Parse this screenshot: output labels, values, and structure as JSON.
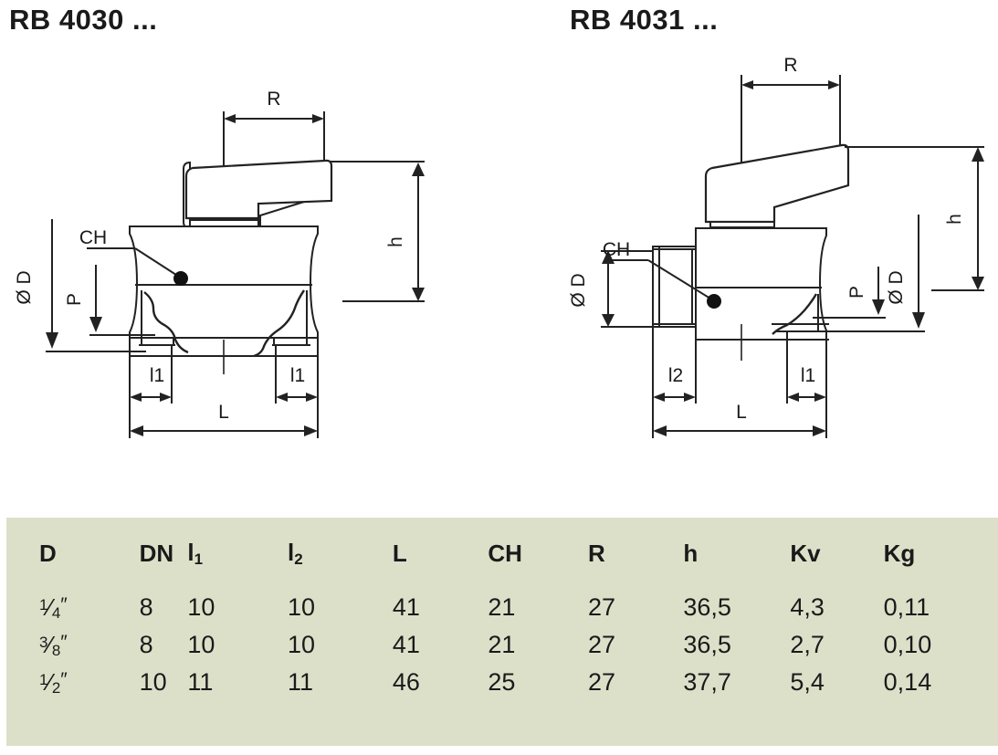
{
  "titles": {
    "left": "RB 4030 ...",
    "right": "RB 4031 ..."
  },
  "drawings": {
    "left": {
      "name": "ball-valve-side-view-rb4030",
      "labels": {
        "R": "R",
        "h": "h",
        "CH": "CH",
        "OD": "Ø D",
        "P": "P",
        "l1_left": "l1",
        "l1_right": "l1",
        "L": "L"
      }
    },
    "right": {
      "name": "ball-valve-side-view-rb4031",
      "labels": {
        "R": "R",
        "h": "h",
        "CH": "CH",
        "OD_left": "Ø D",
        "OD_right": "Ø D",
        "P": "P",
        "l2": "l2",
        "l1": "l1",
        "L": "L"
      }
    }
  },
  "table": {
    "headers": [
      {
        "label": "D",
        "sub": ""
      },
      {
        "label": "DN",
        "sub": ""
      },
      {
        "label": "l",
        "sub": "1"
      },
      {
        "label": "l",
        "sub": "2"
      },
      {
        "label": "L",
        "sub": ""
      },
      {
        "label": "CH",
        "sub": ""
      },
      {
        "label": "R",
        "sub": ""
      },
      {
        "label": "h",
        "sub": ""
      },
      {
        "label": "Kv",
        "sub": ""
      },
      {
        "label": "Kg",
        "sub": ""
      }
    ],
    "rows": [
      {
        "D": {
          "num": "1",
          "den": "4",
          "inch": "″"
        },
        "DN": "8",
        "l1": "10",
        "l2": "10",
        "L": "41",
        "CH": "21",
        "R": "27",
        "h": "36,5",
        "Kv": "4,3",
        "Kg": "0,11"
      },
      {
        "D": {
          "num": "3",
          "den": "8",
          "inch": "″"
        },
        "DN": "8",
        "l1": "10",
        "l2": "10",
        "L": "41",
        "CH": "21",
        "R": "27",
        "h": "36,5",
        "Kv": "2,7",
        "Kg": "0,10"
      },
      {
        "D": {
          "num": "1",
          "den": "2",
          "inch": "″"
        },
        "DN": "10",
        "l1": "11",
        "l2": "11",
        "L": "46",
        "CH": "25",
        "R": "27",
        "h": "37,7",
        "Kv": "5,4",
        "Kg": "0,14"
      }
    ]
  },
  "colors": {
    "table_background": "#dde0c9",
    "ink": "#1a1a1a",
    "line": "#222222",
    "page_background": "#ffffff"
  }
}
